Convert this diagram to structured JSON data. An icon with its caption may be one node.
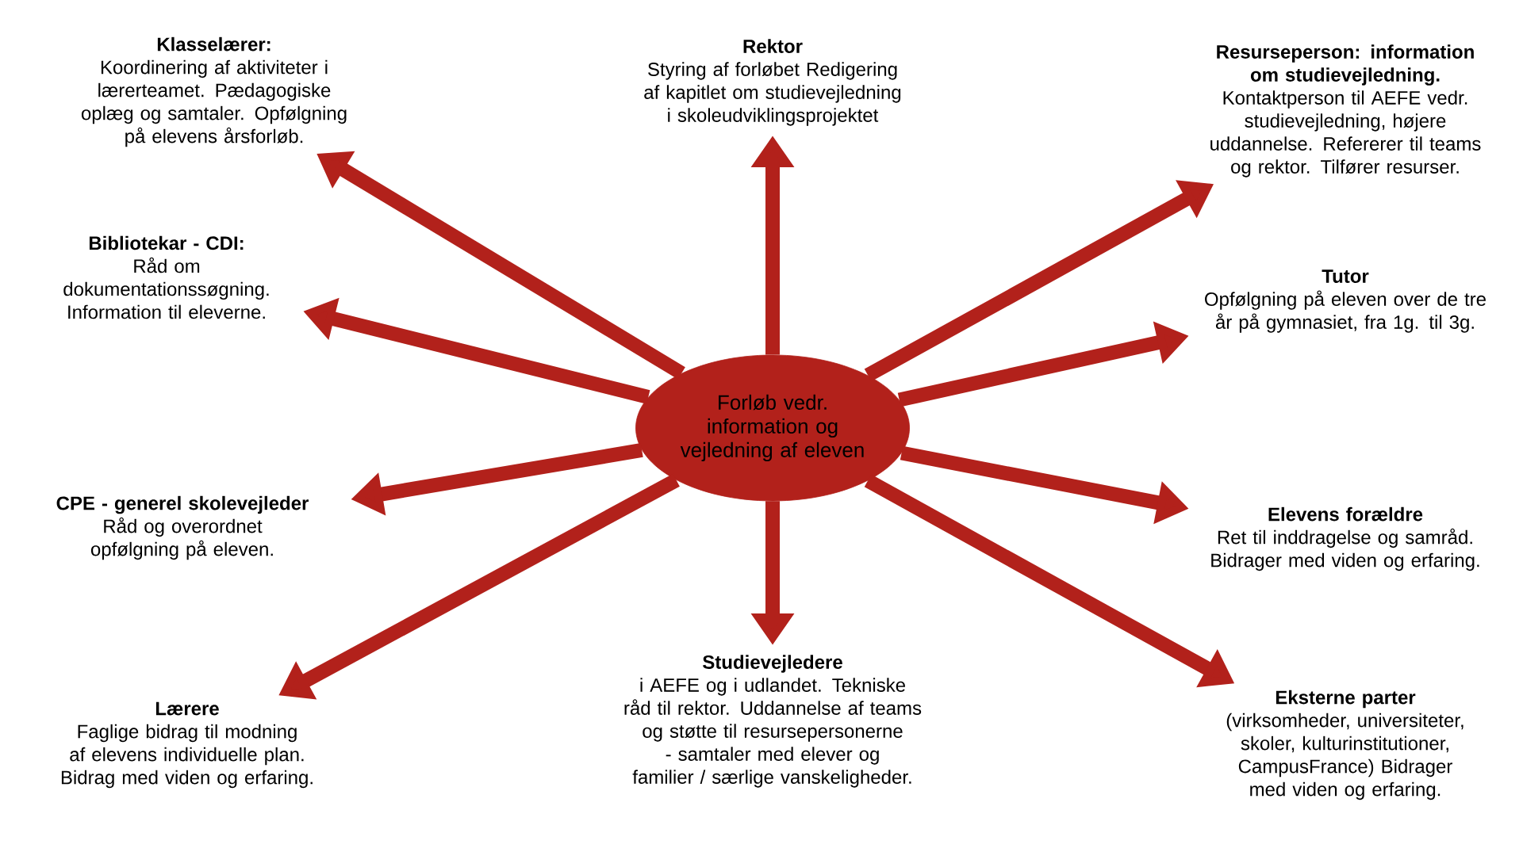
{
  "diagram": {
    "nodes": [
      {
        "text": [
          "Forløb vedr. information og vejledning af eleven"
        ]
      },
      {
        "text": [
          "Klasselærer:",
          "Koordinering af aktiviteter i lærerteamet. Pædagogiske oplæg og samtaler. Opfølgning på elevens årsforløb."
        ]
      },
      {
        "text": [
          "Rektor",
          "Styring af forløbet Redigering af kapitlet om studievejledning i skoleudviklingsprojektet"
        ]
      },
      {
        "text": [
          "Resurseperson: information om studievejledning.",
          "Kontaktperson til AEFE vedr. studievejledning, højere uddannelse. Refererer til teams og rektor. Tilfører resurser."
        ]
      },
      {
        "text": [
          "Bibliotekar - CDI:",
          "Råd om dokumentationssøgning. Information til eleverne."
        ]
      },
      {
        "text": [
          "Tutor",
          "Opfølgning på eleven over de tre år på gymnasiet, fra 1g. til 3g."
        ]
      },
      {
        "text": [
          "CPE - generel skolevejleder",
          "Råd og overordnet opfølgning på eleven."
        ]
      },
      {
        "text": [
          "Elevens forældre",
          "Ret til inddragelse og samråd. Bidrager med  viden og erfaring."
        ]
      },
      {
        "text": [
          "Lærere",
          "Faglige bidrag til modning af elevens individuelle plan. Bidrag med viden og erfaring."
        ]
      },
      {
        "text": [
          "Studievejledere",
          "i AEFE og i udlandet. Tekniske råd til rektor. Uddannelse af teams og støtte til resursepersonerne - samtaler med elever og familier / særlige vanskeligheder."
        ]
      },
      {
        "text": [
          "Eksterne parter",
          "(virksomheder, universiteter, skoler, kulturinstitutioner, CampusFrance) Bidrager med viden og erfaring."
        ]
      }
    ],
    "edges": [
      {
        "from": 0,
        "to": 1,
        "arrow": "to"
      },
      {
        "from": 0,
        "to": 2,
        "arrow": "to"
      },
      {
        "from": 0,
        "to": 3,
        "arrow": "to"
      },
      {
        "from": 0,
        "to": 4,
        "arrow": "to"
      },
      {
        "from": 0,
        "to": 5,
        "arrow": "to"
      },
      {
        "from": 0,
        "to": 6,
        "arrow": "to"
      },
      {
        "from": 0,
        "to": 7,
        "arrow": "to"
      },
      {
        "from": 0,
        "to": 8,
        "arrow": "to"
      },
      {
        "from": 0,
        "to": 9,
        "arrow": "to"
      },
      {
        "from": 0,
        "to": 10,
        "arrow": "to"
      }
    ]
  }
}
